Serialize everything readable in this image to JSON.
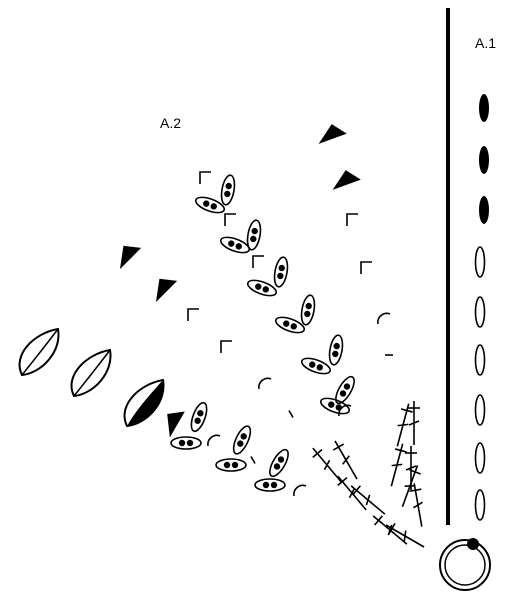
{
  "labels": {
    "a1": "A.1",
    "a2": "A.2"
  },
  "colors": {
    "ink": "#000000",
    "paper": "#ffffff"
  },
  "symbol_names": [
    "magic-ring",
    "chain-stitch",
    "filled-chain",
    "slip-stitch",
    "double-crochet",
    "puff-stitch",
    "picot",
    "leaf",
    "filled-triangle",
    "corner-mark",
    "arc-mark"
  ]
}
